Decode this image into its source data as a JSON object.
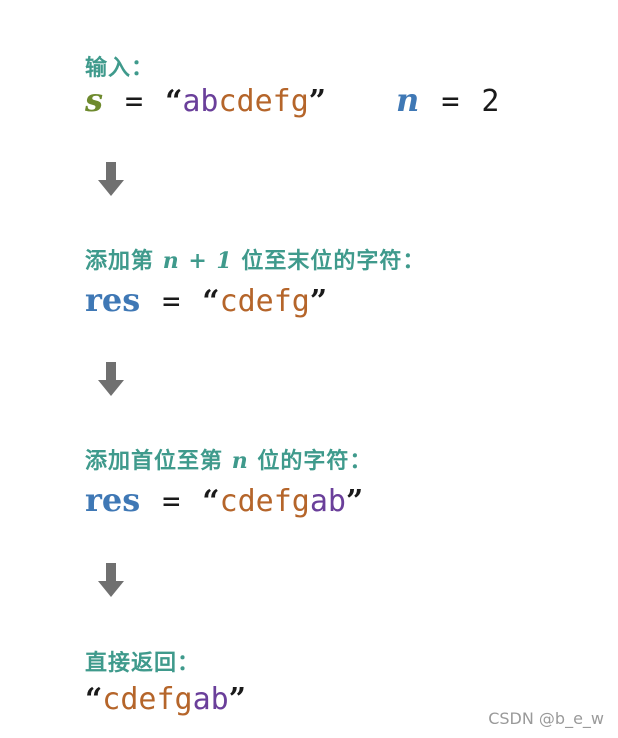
{
  "step1": {
    "heading": "输入：",
    "var_s": "s",
    "eq1": "=",
    "open_quote": "“",
    "str_part_a": "ab",
    "str_part_b": "cdefg",
    "close_quote": "”",
    "var_n": "n",
    "eq2": "=",
    "n_value": "2"
  },
  "step2": {
    "heading_prefix": "添加第",
    "heading_math": "n + 1",
    "heading_suffix": "位至末位的字符：",
    "var_res": "res",
    "eq": "=",
    "open_quote": "“",
    "str_value": "cdefg",
    "close_quote": "”"
  },
  "step3": {
    "heading_prefix": "添加首位至第",
    "heading_math": "n",
    "heading_suffix": "位的字符：",
    "var_res": "res",
    "eq": "=",
    "open_quote": "“",
    "str_part_a": "cdefg",
    "str_part_b": "ab",
    "close_quote": "”"
  },
  "step4": {
    "heading": "直接返回：",
    "open_quote": "“",
    "str_part_a": "cdefg",
    "str_part_b": "ab",
    "close_quote": "”"
  },
  "watermark": "CSDN @b_e_w",
  "colors": {
    "heading": "#3f9a8c",
    "var_s": "#6e8a2e",
    "var_blue": "#3f78b5",
    "purple_text": "#6a3f9a",
    "orange_text": "#b5652a",
    "arrow": "#707070"
  },
  "icons": [
    "down-arrow-icon",
    "down-arrow-icon",
    "down-arrow-icon"
  ]
}
